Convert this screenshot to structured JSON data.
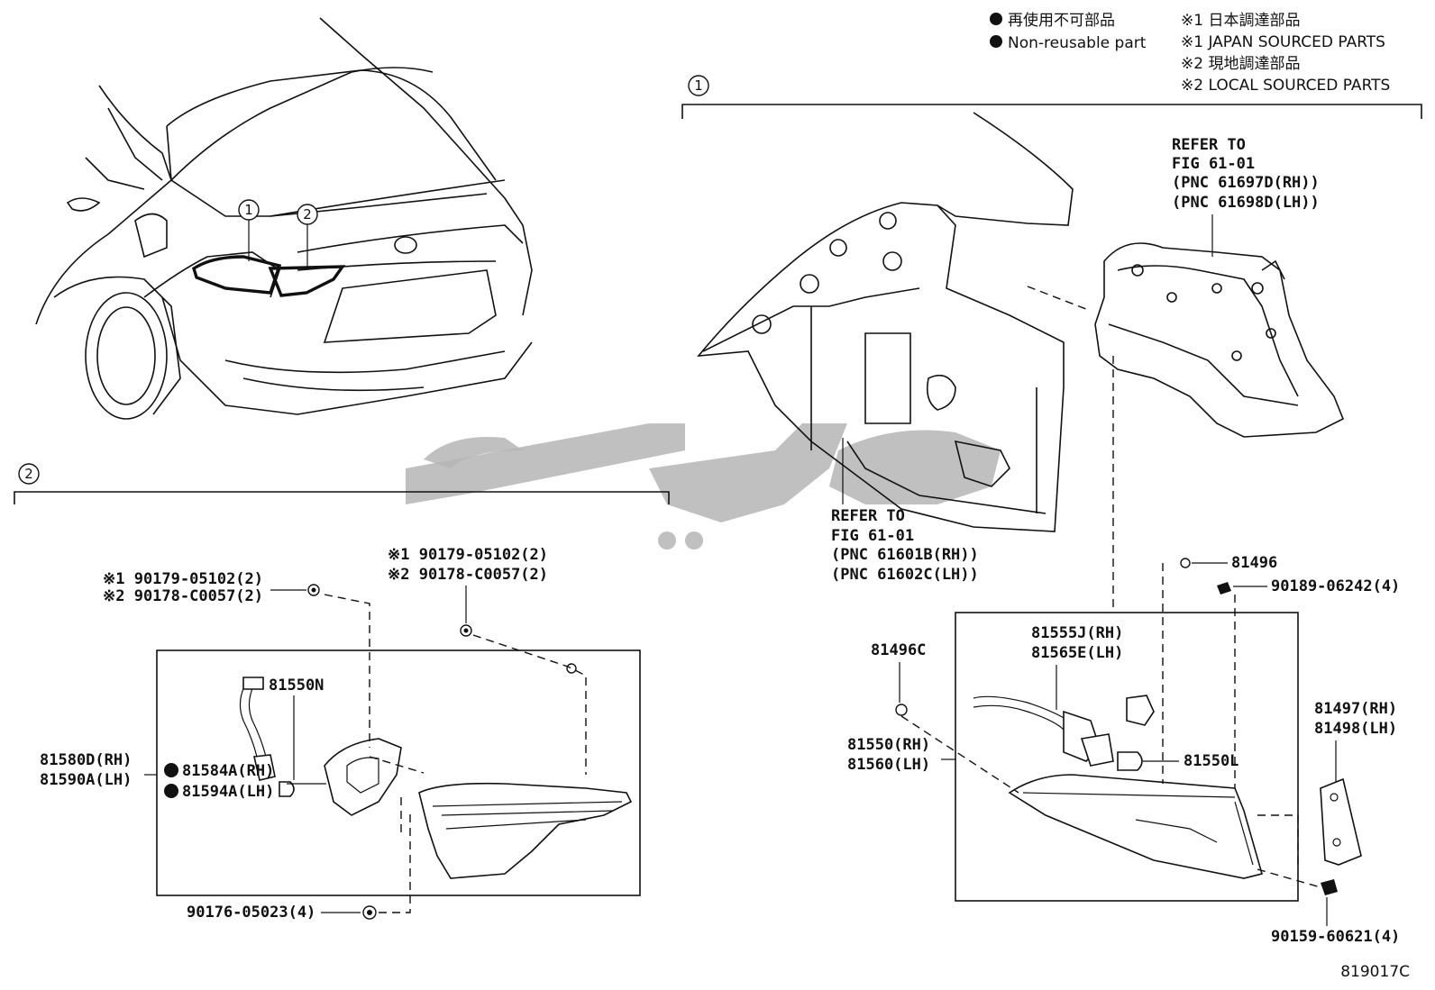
{
  "legend": {
    "non_reusable_jp": "再使用不可部品",
    "non_reusable_en": "Non-reusable part",
    "note1_jp": "※1 日本調達部品",
    "note1_en": "※1 JAPAN SOURCED PARTS",
    "note2_jp": "※2 現地調達部品",
    "note2_en": "※2 LOCAL SOURCED PARTS"
  },
  "callouts": {
    "one": "1",
    "two": "2"
  },
  "refer_upper": {
    "l1": "REFER TO",
    "l2": "FIG 61-01",
    "l3": "(PNC 61697D(RH))",
    "l4": "(PNC 61698D(LH))"
  },
  "refer_lower": {
    "l1": "REFER TO",
    "l2": "FIG 61-01",
    "l3": "(PNC 61601B(RH))",
    "l4": "(PNC 61602C(LH))"
  },
  "labels": {
    "s1_a": "※1 90179-05102(2)",
    "s1_b": "※2 90178-C0057(2)",
    "s2_a": "※1 90179-05102(2)",
    "s2_b": "※2 90178-C0057(2)",
    "p81550N": "81550N",
    "p81580D": "81580D(RH)",
    "p81590A": "81590A(LH)",
    "p81584A": "81584A(RH)",
    "p81594A": "81594A(LH)",
    "p90176": "90176-05023(4)",
    "p81496C": "81496C",
    "p81550": "81550(RH)",
    "p81560": "81560(LH)",
    "p81555J": "81555J(RH)",
    "p81565E": "81565E(LH)",
    "p81550L": "81550L",
    "p81496": "81496",
    "p90189": "90189-06242(4)",
    "p81497": "81497(RH)",
    "p81498": "81498(LH)",
    "p90159": "90159-60621(4)"
  },
  "figure_code": "819017C"
}
